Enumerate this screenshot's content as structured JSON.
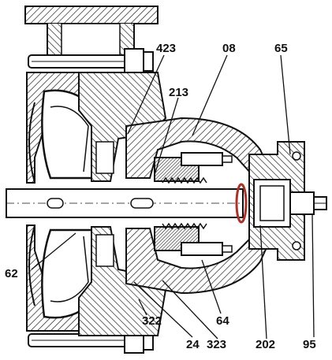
{
  "diagram": {
    "callouts": [
      {
        "id": "c423",
        "label": "423"
      },
      {
        "id": "c08",
        "label": "08"
      },
      {
        "id": "c65",
        "label": "65"
      },
      {
        "id": "c213",
        "label": "213"
      },
      {
        "id": "c62",
        "label": "62"
      },
      {
        "id": "c322",
        "label": "322"
      },
      {
        "id": "c24",
        "label": "24"
      },
      {
        "id": "c323",
        "label": "323"
      },
      {
        "id": "c202",
        "label": "202"
      },
      {
        "id": "c64",
        "label": "64"
      },
      {
        "id": "c95",
        "label": "95"
      }
    ]
  }
}
